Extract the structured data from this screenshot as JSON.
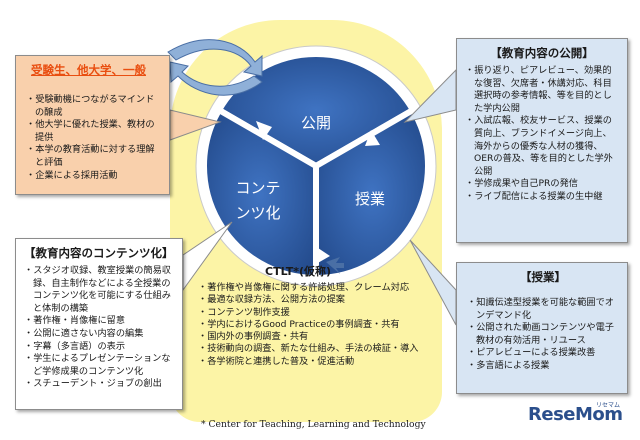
{
  "left_top_box": {
    "title": "受験生、他大学、一般",
    "items": [
      "受験動機につながるマインドの醸成",
      "他大学に優れた授業、教材の提供",
      "本学の教育活動に対する理解と評価",
      "企業による採用活動"
    ]
  },
  "right_top_box": {
    "title": "【教育内容の公開】",
    "items": [
      "振り返り、ピアレビュー、効果的な復習、欠席者・休講対応、科目選択時の参考情報、等を目的とした学内公開",
      "入試広報、校友サービス、授業の質向上、ブランドイメージ向上、海外からの優秀な人材の獲得、OERの普及、等を目的とした学外公開",
      "学修成果や自己PRの発信",
      "ライブ配信による授業の生中継"
    ]
  },
  "left_bottom_box": {
    "title": "【教育内容のコンテンツ化】",
    "items": [
      "スタジオ収録、教室授業の簡易収録、自主制作などによる全授業のコンテンツ化を可能にする仕組みと体制の構築",
      "著作権・肖像権に留意",
      "公開に適さない内容の編集",
      "字幕（多言語）の表示",
      "学生によるプレゼンテーションなど学修成果のコンテンツ化",
      "スチューデント・ジョブの創出"
    ]
  },
  "right_bottom_box": {
    "title": "【授業】",
    "items": [
      "知識伝達型授業を可能な範囲でオンデマンド化",
      "公開された動画コンテンツや電子教材の有効活用・リユース",
      "ピアレビューによる授業改善",
      "多言語による授業"
    ]
  },
  "cycle": {
    "segments": [
      "公開",
      "授業",
      "コンテンツ化"
    ]
  },
  "ctlt": {
    "title": "CTLT*(仮称)",
    "items": [
      "著作権や肖像権に関する許諾処理、クレーム対応",
      "最適な収録方法、公開方法の提案",
      "コンテンツ制作支援",
      "学内におけるGood Practiceの事例調査・共有",
      "国内外の事例調査・共有",
      "技術動向の調査、新たな仕組み、手法の検証・導入",
      "各学術院と連携した普及・促進活動"
    ]
  },
  "footnote": "* Center for Teaching, Learning and Technology",
  "logo": {
    "text": "ReseMom",
    "sub": "リセマム"
  },
  "colors": {
    "segment_blue": "#2f5ea8",
    "yellow": "#fcf4a6",
    "orange_box": "#f9d0ac",
    "blue_box": "#d8e5f3"
  }
}
